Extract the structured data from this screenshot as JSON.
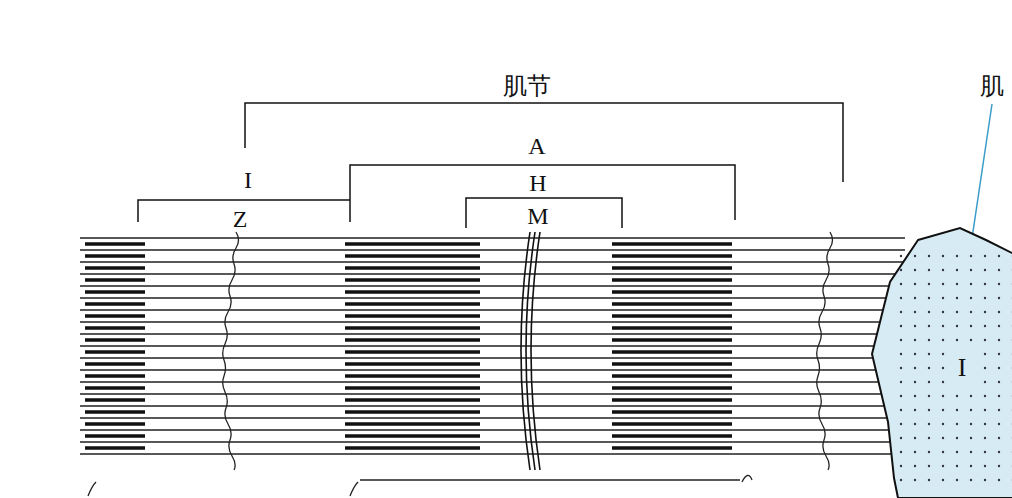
{
  "diagram": {
    "nodes": [
      {
        "text": [
          "I"
        ]
      }
    ],
    "labels": [
      "肌节",
      "A",
      "I",
      "H",
      "Z",
      "M",
      "肌"
    ]
  }
}
